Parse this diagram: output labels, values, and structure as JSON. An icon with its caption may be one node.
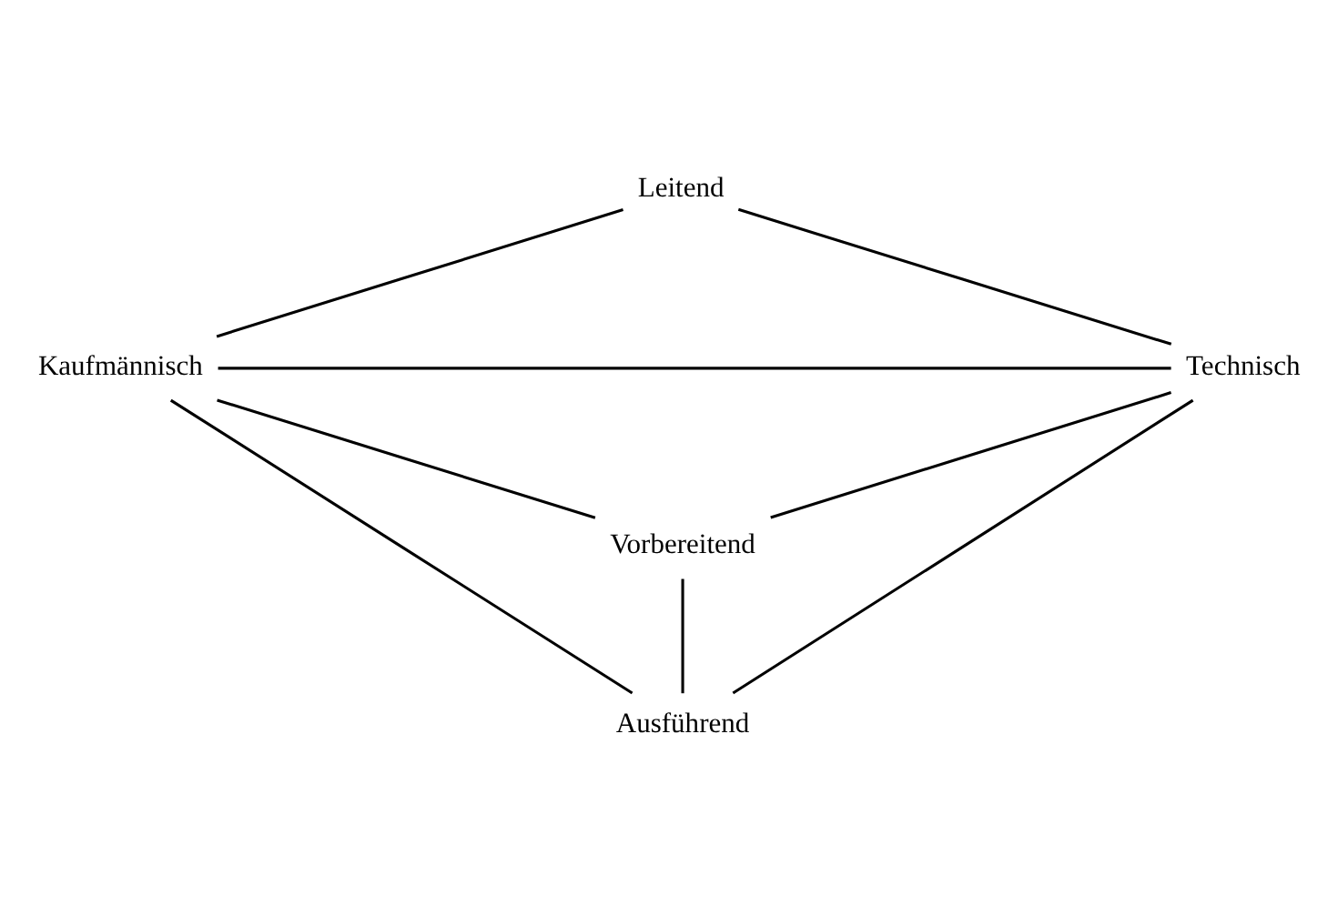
{
  "diagram": {
    "nodes": [
      {
        "text": [
          "Leitend"
        ]
      },
      {
        "text": [
          "Kaufmännisch"
        ]
      },
      {
        "text": [
          "Technisch"
        ]
      },
      {
        "text": [
          "Vorbereitend"
        ]
      },
      {
        "text": [
          "Ausführend"
        ]
      }
    ],
    "edges": [
      {
        "from": 0,
        "to": 1,
        "arrow": "none"
      },
      {
        "from": 0,
        "to": 2,
        "arrow": "none"
      },
      {
        "from": 1,
        "to": 2,
        "arrow": "none"
      },
      {
        "from": 1,
        "to": 3,
        "arrow": "none"
      },
      {
        "from": 2,
        "to": 3,
        "arrow": "none"
      },
      {
        "from": 1,
        "to": 4,
        "arrow": "none"
      },
      {
        "from": 2,
        "to": 4,
        "arrow": "none"
      },
      {
        "from": 3,
        "to": 4,
        "arrow": "none"
      }
    ]
  }
}
